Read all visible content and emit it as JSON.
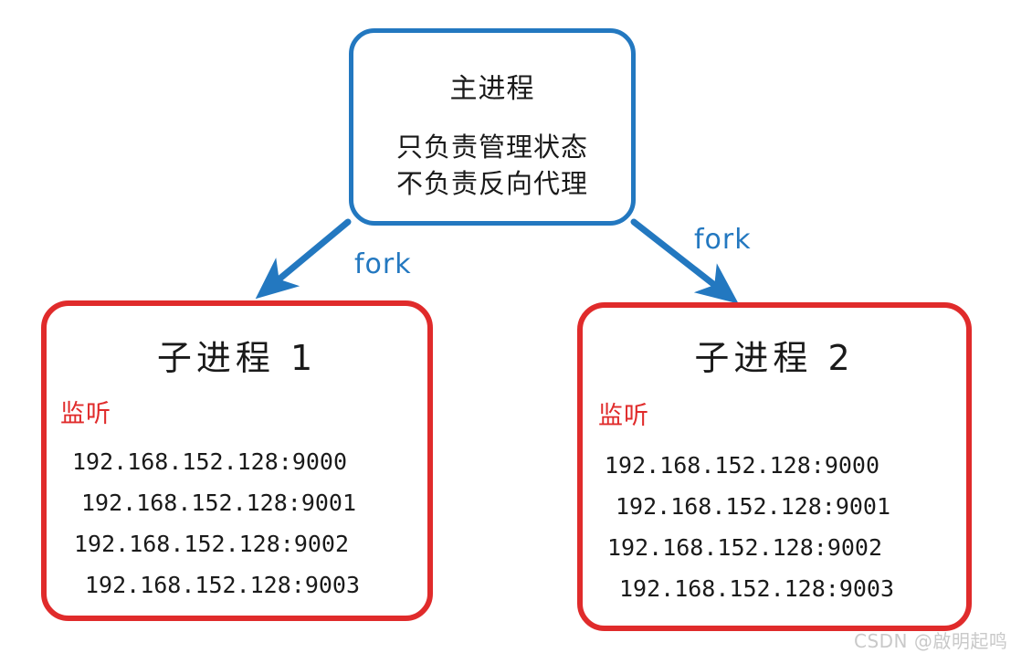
{
  "diagram": {
    "colors": {
      "parent_border": "#2378c0",
      "child_border": "#e02b2b",
      "arrow": "#2378c0",
      "listen_text": "#e02b2b",
      "body_text": "#1a1a1a",
      "watermark": "#c9c9c9",
      "background": "#ffffff"
    },
    "parent": {
      "title": "主进程",
      "line1": "只负责管理状态",
      "line2": "不负责反向代理"
    },
    "edges": [
      {
        "label": "fork",
        "from": "parent",
        "to": "child1",
        "direction": "down-left"
      },
      {
        "label": "fork",
        "from": "parent",
        "to": "child2",
        "direction": "down-right"
      }
    ],
    "children": [
      {
        "title": "子进程 1",
        "listen_label": "监听",
        "addresses": [
          "192.168.152.128:9000",
          "192.168.152.128:9001",
          "192.168.152.128:9002",
          "192.168.152.128:9003"
        ]
      },
      {
        "title": "子进程 2",
        "listen_label": "监听",
        "addresses": [
          "192.168.152.128:9000",
          "192.168.152.128:9001",
          "192.168.152.128:9002",
          "192.168.152.128:9003"
        ]
      }
    ],
    "watermark": "CSDN @啟明起鸣"
  }
}
